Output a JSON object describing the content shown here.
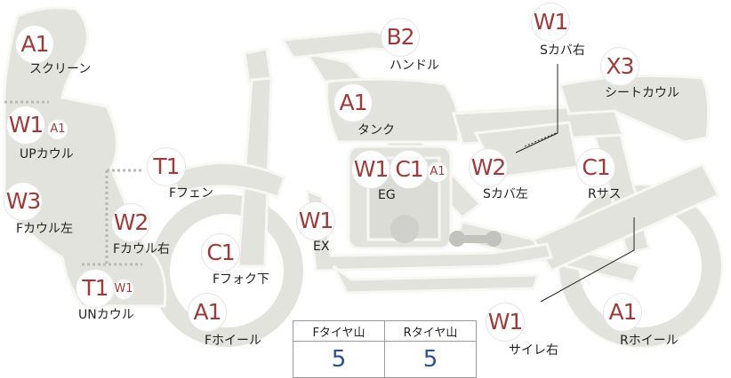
{
  "parts": [
    {
      "id": "screen",
      "grade": "A1",
      "grade2": "",
      "label": "スクリーン"
    },
    {
      "id": "up-cowl",
      "grade": "W1",
      "grade2": "A1",
      "label": "UPカウル"
    },
    {
      "id": "f-cowl-left",
      "grade": "W3",
      "grade2": "",
      "label": "Fカウル左"
    },
    {
      "id": "f-cowl-right",
      "grade": "W2",
      "grade2": "",
      "label": "Fカウル右"
    },
    {
      "id": "under-cowl",
      "grade": "T1",
      "grade2": "W1",
      "label": "UNカウル"
    },
    {
      "id": "f-fender",
      "grade": "T1",
      "grade2": "",
      "label": "Fフェン"
    },
    {
      "id": "f-fork-lower",
      "grade": "C1",
      "grade2": "",
      "label": "Fフォク下"
    },
    {
      "id": "f-wheel",
      "grade": "A1",
      "grade2": "",
      "label": "Fホイール"
    },
    {
      "id": "handle",
      "grade": "B2",
      "grade2": "",
      "label": "ハンドル"
    },
    {
      "id": "tank",
      "grade": "A1",
      "grade2": "",
      "label": "タンク"
    },
    {
      "id": "engine",
      "grade": "W1",
      "grade2": "C1",
      "grade3": "A1",
      "label": "EG"
    },
    {
      "id": "exhaust",
      "grade": "W1",
      "grade2": "",
      "label": "EX"
    },
    {
      "id": "s-cover-right",
      "grade": "W1",
      "grade2": "",
      "label": "Sカバ右"
    },
    {
      "id": "seat-cowl",
      "grade": "X3",
      "grade2": "",
      "label": "シートカウル"
    },
    {
      "id": "s-cover-left",
      "grade": "W2",
      "grade2": "",
      "label": "Sカバ左"
    },
    {
      "id": "r-suspension",
      "grade": "C1",
      "grade2": "",
      "label": "Rサス"
    },
    {
      "id": "muffler-right",
      "grade": "W1",
      "grade2": "",
      "label": "サイレ右"
    },
    {
      "id": "r-wheel",
      "grade": "A1",
      "grade2": "",
      "label": "Rホイール"
    }
  ],
  "tires": {
    "front_label": "Fタイヤ山",
    "rear_label": "Rタイヤ山",
    "front_value": "5",
    "rear_value": "5"
  },
  "colors": {
    "grade_text": "#9a3c3c",
    "body_fill": "#e3e3de",
    "body_stroke": "#f7f7f4",
    "tire_value": "#2f4f8f"
  }
}
